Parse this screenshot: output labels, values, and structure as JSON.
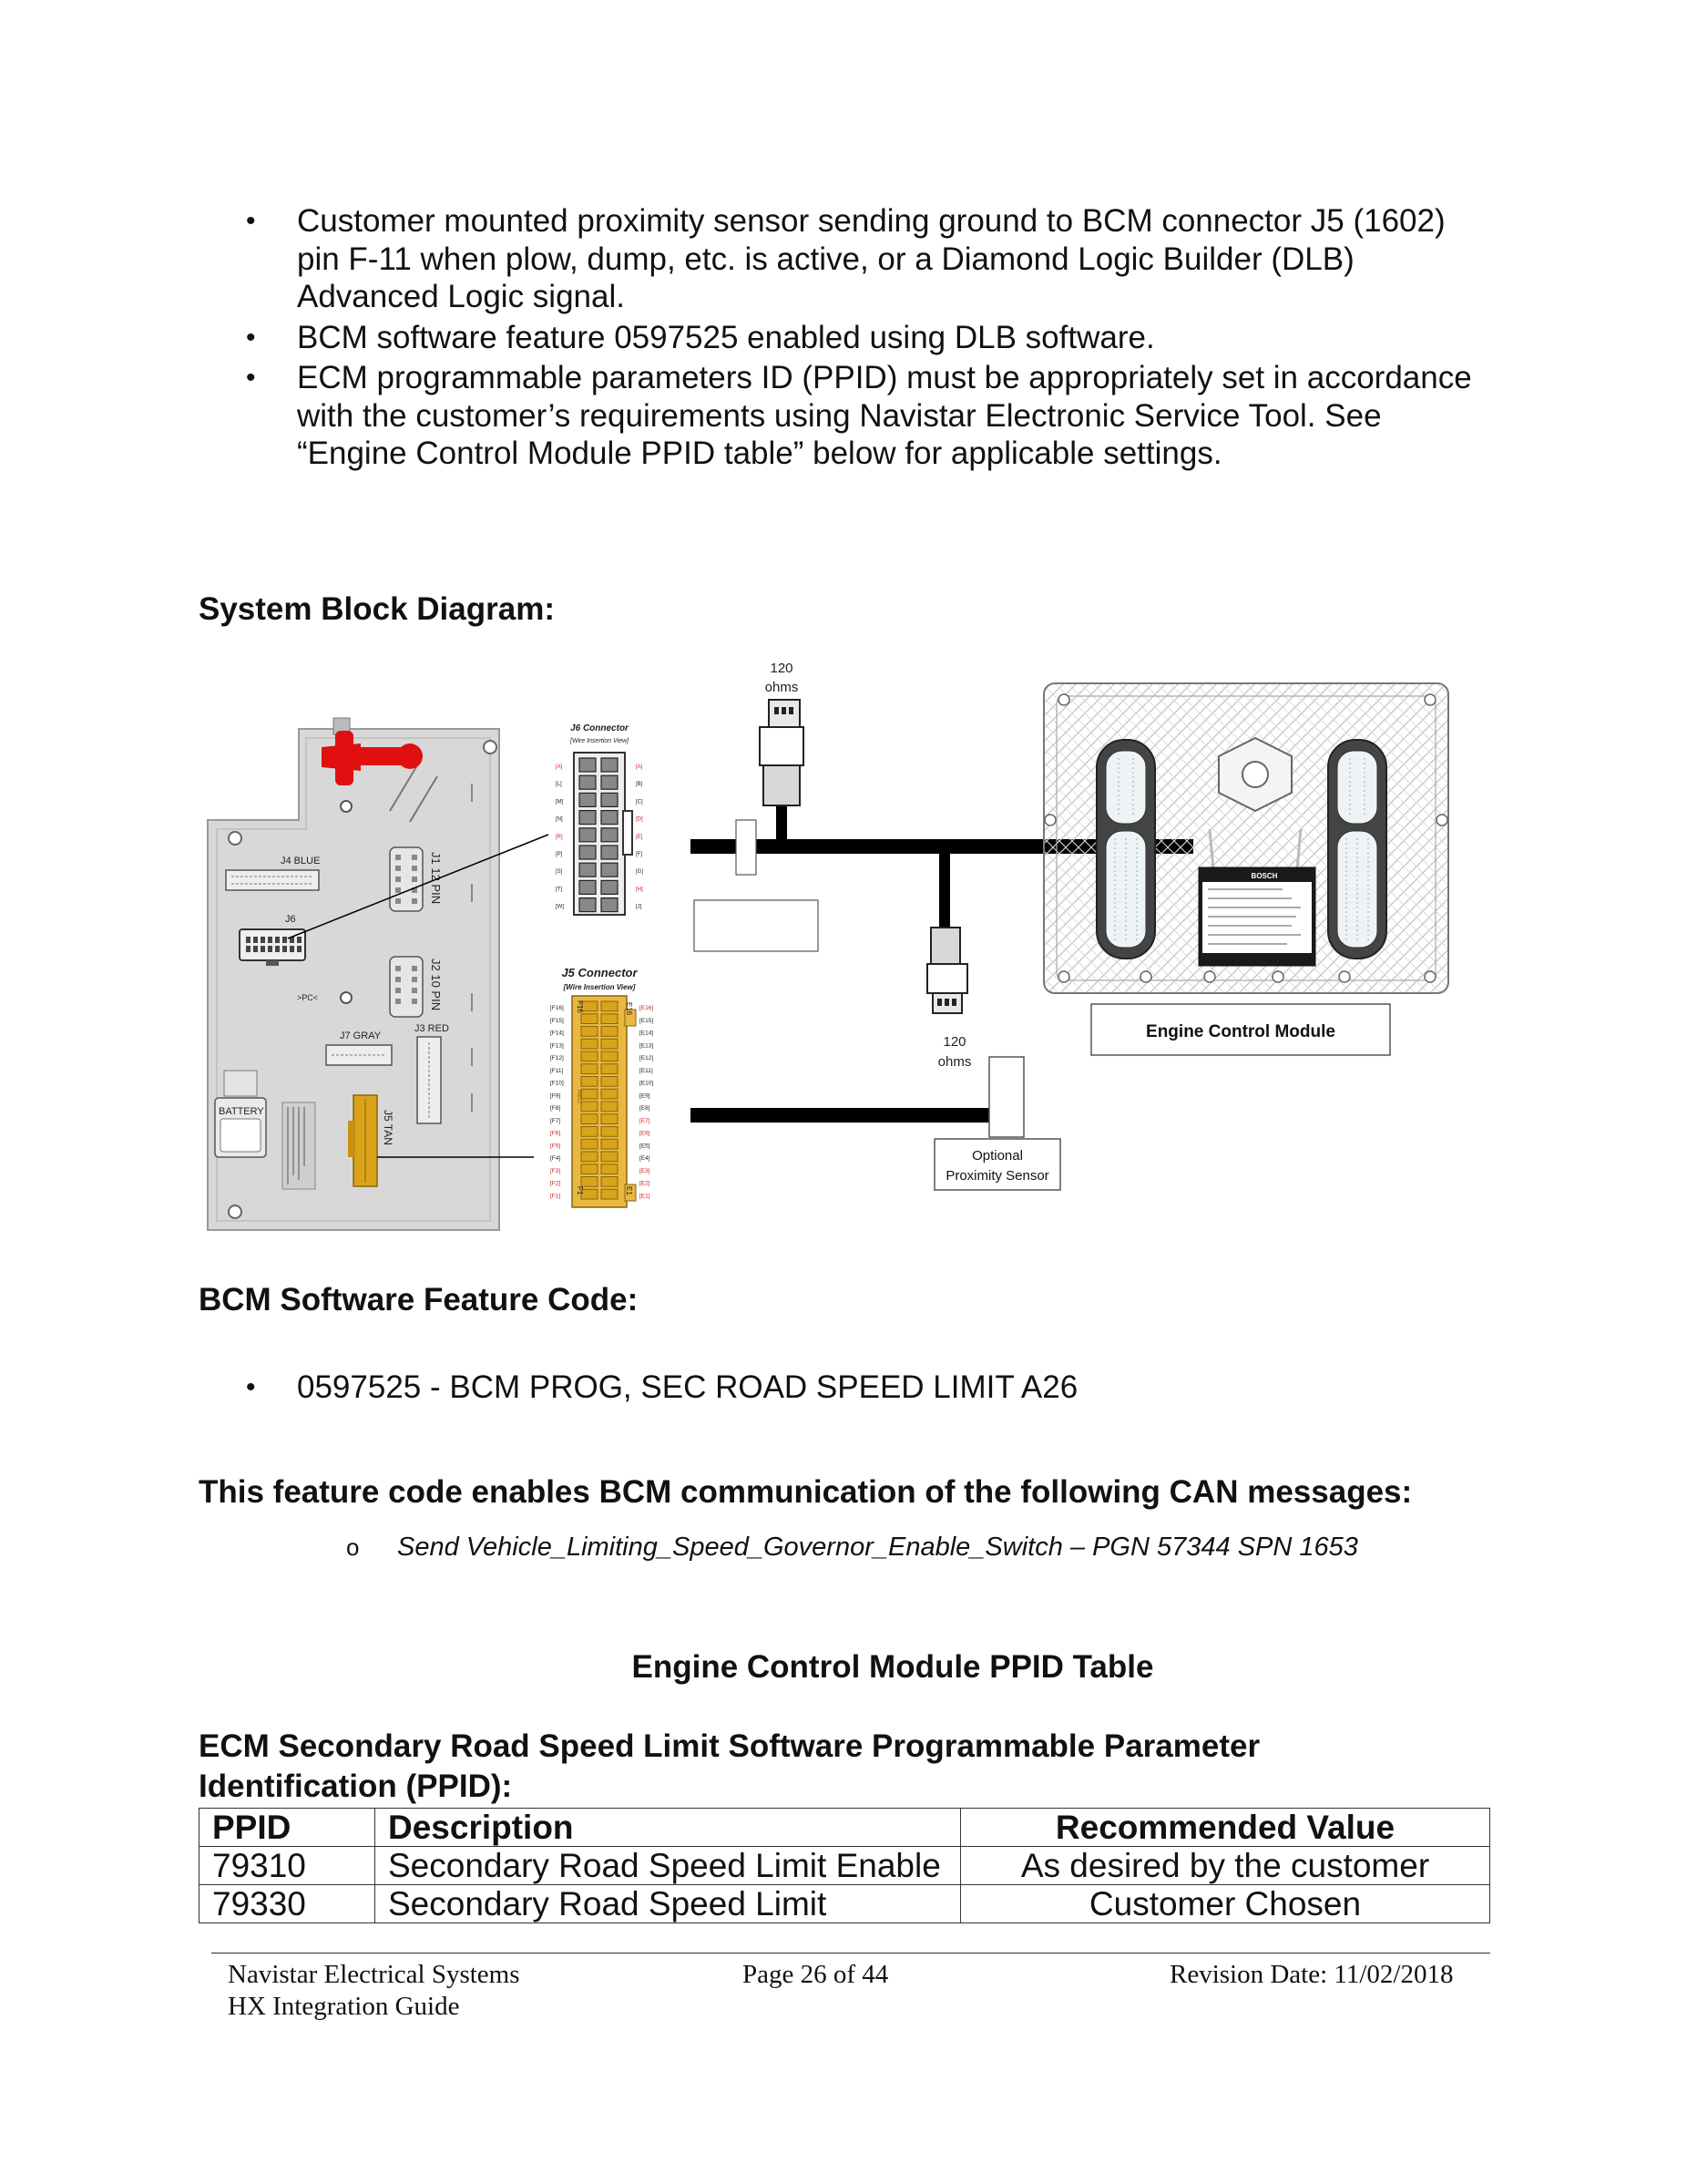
{
  "bullets": [
    "Customer mounted proximity sensor sending ground to BCM connector J5 (1602) pin F-11 when plow, dump, etc. is active, or a Diamond Logic Builder (DLB) Advanced Logic signal.",
    "BCM software feature 0597525 enabled using DLB software.",
    "ECM programmable parameters ID (PPID) must be appropriately set in accordance with the customer’s requirements using Navistar Electronic Service Tool. See “Engine Control Module PPID table” below for applicable settings."
  ],
  "headings": {
    "block_diagram": "System Block Diagram:",
    "feature_code": "BCM Software Feature Code:",
    "can_messages": "This feature code enables BCM communication of the following CAN messages:",
    "ppid_table_title": "Engine Control Module PPID Table",
    "ppid_section": "ECM Secondary Road Speed Limit Software Programmable Parameter Identification (PPID):"
  },
  "diagram": {
    "resistor_top": [
      "120",
      "ohms"
    ],
    "resistor_bottom": [
      "120",
      "ohms"
    ],
    "j6_title": "J6 Connector",
    "j6_sub": "[Wire Insertion View]",
    "j5_title": "J5 Connector",
    "j5_sub": "[Wire Insertion View]",
    "bcm_labels": {
      "j4": "J4 BLUE",
      "j6": "J6",
      "j1": "J1 12 PIN",
      "j2": "J2 10 PIN",
      "pc": ">PC<",
      "j7": "J7 GRAY",
      "j3": "J3 RED",
      "battery": "BATTERY",
      "j5": "J5 TAN"
    },
    "j6_left_pins": [
      "[A]",
      "[L]",
      "[M]",
      "[N]",
      "[R]",
      "[P]",
      "[S]",
      "[T]",
      "[W]"
    ],
    "j6_right_pins": [
      "[A]",
      "[B]",
      "[C]",
      "[D]",
      "[E]",
      "[F]",
      "[G]",
      "[H]",
      "[J]"
    ],
    "j5_left_pins": [
      "[F16]",
      "[F15]",
      "[F14]",
      "[F13]",
      "[F12]",
      "[F11]",
      "[F10]",
      "[F9]",
      "[F8]",
      "[F7]",
      "[F6]",
      "[F5]",
      "[F4]",
      "[F3]",
      "[F2]",
      "[F1]"
    ],
    "j5_right_pins": [
      "[E16]",
      "[E15]",
      "[E14]",
      "[E13]",
      "[E12]",
      "[E11]",
      "[E10]",
      "[E9]",
      "[E8]",
      "[E7]",
      "[E6]",
      "[E5]",
      "[E4]",
      "[E3]",
      "[E2]",
      "[E1]"
    ],
    "j5_side": {
      "f16": "F16",
      "e16": "E16",
      "f1": "F1",
      "e1": "E1",
      "red": "RED"
    },
    "ecm_label": "Engine Control Module",
    "bosch": "BOSCH",
    "sensor_label": [
      "Optional",
      "Proximity Sensor"
    ]
  },
  "feature_item": "0597525 - BCM PROG, SEC ROAD SPEED LIMIT A26",
  "can_marker": "o",
  "can_message": "Send Vehicle_Limiting_Speed_Governor_Enable_Switch – PGN 57344 SPN 1653",
  "ppid_table": {
    "headers": [
      "PPID",
      "Description",
      "Recommended Value"
    ],
    "rows": [
      [
        "79310",
        "Secondary Road Speed Limit Enable",
        "As desired by the customer"
      ],
      [
        "79330",
        "Secondary Road Speed Limit",
        "Customer Chosen"
      ]
    ]
  },
  "footer": {
    "left_line1": "Navistar Electrical Systems",
    "left_line2": "HX Integration Guide",
    "center": "Page 26 of 44",
    "right": "Revision Date: 11/02/2018"
  },
  "colors": {
    "wire": "#000000",
    "j5_connector": "#d9a31a",
    "bcm_body": "#d8d8d8",
    "battery_post": "#e01010",
    "pin_red": "#cc2222"
  }
}
